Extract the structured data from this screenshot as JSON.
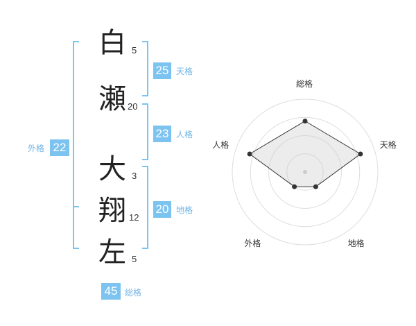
{
  "characters": [
    {
      "char": "白",
      "strokes": "5"
    },
    {
      "char": "瀬",
      "strokes": "20"
    },
    {
      "char": "大",
      "strokes": "3"
    },
    {
      "char": "翔",
      "strokes": "12"
    },
    {
      "char": "左",
      "strokes": "5"
    }
  ],
  "fortunes": {
    "tenkaku": {
      "value": "25",
      "label": "天格"
    },
    "jinkaku": {
      "value": "23",
      "label": "人格"
    },
    "chikaku": {
      "value": "20",
      "label": "地格"
    },
    "gaikaku": {
      "value": "22",
      "label": "外格"
    },
    "soukaku": {
      "value": "45",
      "label": "総格"
    }
  },
  "colors": {
    "accent": "#7cc3f0",
    "label": "#6fb4e6",
    "text": "#222222"
  },
  "chart_data": {
    "type": "radar",
    "axes": [
      "総格",
      "天格",
      "地格",
      "外格",
      "人格"
    ],
    "values": [
      0.7,
      0.8,
      0.25,
      0.25,
      0.8
    ],
    "max": 1,
    "rings": 4
  }
}
